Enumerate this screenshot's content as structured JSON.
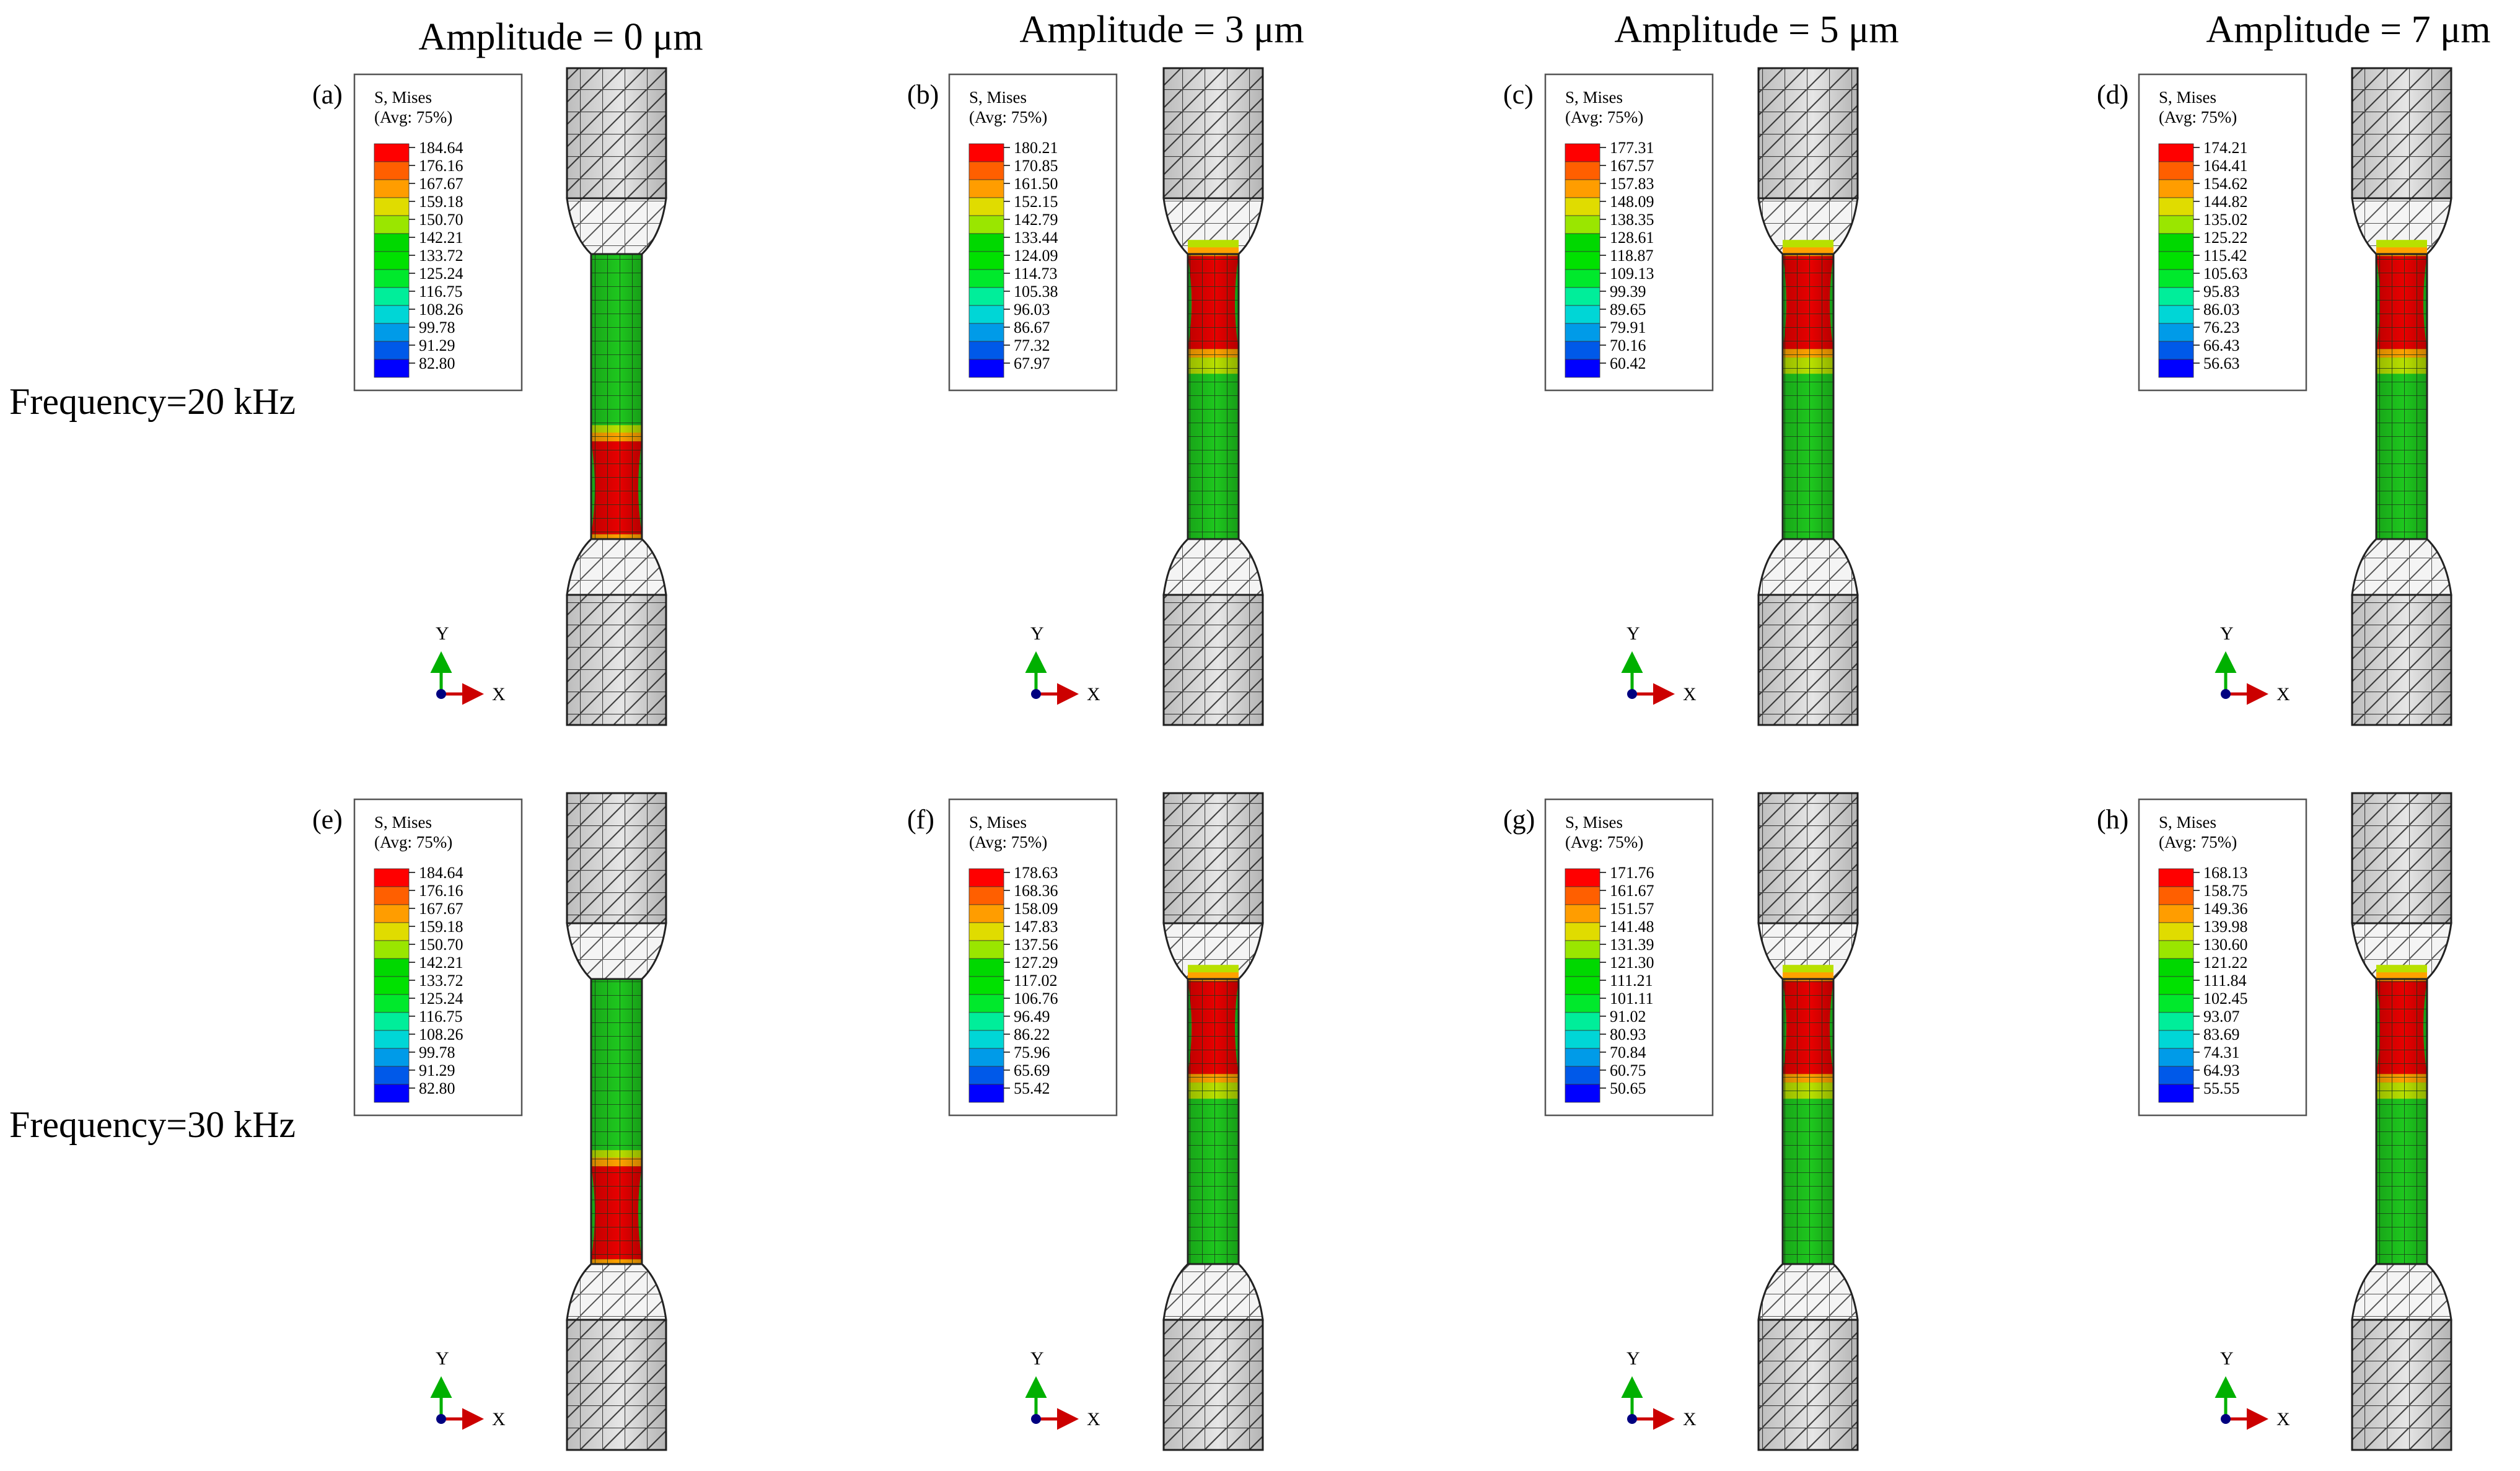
{
  "columns": [
    {
      "title": "Amplitude = 0 μm"
    },
    {
      "title": "Amplitude = 3 μm"
    },
    {
      "title": "Amplitude = 5 μm"
    },
    {
      "title": "Amplitude = 7 μm"
    }
  ],
  "rows": [
    {
      "label": "Frequency=20 kHz"
    },
    {
      "label": "Frequency=30 kHz"
    }
  ],
  "legend_title": [
    "S, Mises",
    "(Avg: 75%)"
  ],
  "axis_labels": {
    "x": "X",
    "y": "Y"
  },
  "band_colors": [
    "#ff0000",
    "#ff5f00",
    "#ff9d00",
    "#e0dc00",
    "#9ae600",
    "#00d800",
    "#00e100",
    "#00e92c",
    "#00ee9a",
    "#00d6d6",
    "#009be8",
    "#0059e9",
    "#0000ff"
  ],
  "panels": [
    {
      "label": "(a)",
      "values": [
        "184.64",
        "176.16",
        "167.67",
        "159.18",
        "150.70",
        "142.21",
        "133.72",
        "125.24",
        "116.75",
        "108.26",
        "99.78",
        "91.29",
        "82.80"
      ],
      "neck_center": 0.82
    },
    {
      "label": "(b)",
      "values": [
        "180.21",
        "170.85",
        "161.50",
        "152.15",
        "142.79",
        "133.44",
        "124.09",
        "114.73",
        "105.38",
        "96.03",
        "86.67",
        "77.32",
        "67.97"
      ],
      "neck_center": 0.17
    },
    {
      "label": "(c)",
      "values": [
        "177.31",
        "167.57",
        "157.83",
        "148.09",
        "138.35",
        "128.61",
        "118.87",
        "109.13",
        "99.39",
        "89.65",
        "79.91",
        "70.16",
        "60.42"
      ],
      "neck_center": 0.17
    },
    {
      "label": "(d)",
      "values": [
        "174.21",
        "164.41",
        "154.62",
        "144.82",
        "135.02",
        "125.22",
        "115.42",
        "105.63",
        "95.83",
        "86.03",
        "76.23",
        "66.43",
        "56.63"
      ],
      "neck_center": 0.17
    },
    {
      "label": "(e)",
      "values": [
        "184.64",
        "176.16",
        "167.67",
        "159.18",
        "150.70",
        "142.21",
        "133.72",
        "125.24",
        "116.75",
        "108.26",
        "99.78",
        "91.29",
        "82.80"
      ],
      "neck_center": 0.82
    },
    {
      "label": "(f)",
      "values": [
        "178.63",
        "168.36",
        "158.09",
        "147.83",
        "137.56",
        "127.29",
        "117.02",
        "106.76",
        "96.49",
        "86.22",
        "75.96",
        "65.69",
        "55.42"
      ],
      "neck_center": 0.17
    },
    {
      "label": "(g)",
      "values": [
        "171.76",
        "161.67",
        "151.57",
        "141.48",
        "131.39",
        "121.30",
        "111.21",
        "101.11",
        "91.02",
        "80.93",
        "70.84",
        "60.75",
        "50.65"
      ],
      "neck_center": 0.17
    },
    {
      "label": "(h)",
      "values": [
        "168.13",
        "158.75",
        "149.36",
        "139.98",
        "130.60",
        "121.22",
        "111.84",
        "102.45",
        "93.07",
        "83.69",
        "74.31",
        "64.93",
        "55.55"
      ],
      "neck_center": 0.17
    }
  ]
}
